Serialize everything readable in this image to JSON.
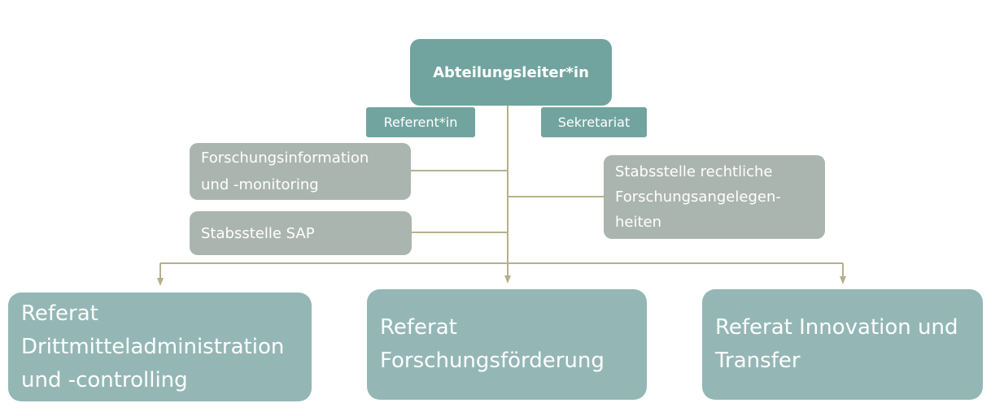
{
  "diagram": {
    "head": {
      "label": "Abteilungsleiter*in"
    },
    "staff": [
      {
        "label": "Referent*in"
      },
      {
        "label": "Sekretariat"
      }
    ],
    "units": [
      {
        "label": "Forschungsinformation\nund -monitoring"
      },
      {
        "label": "Stabsstelle SAP"
      },
      {
        "label": "Stabsstelle rechtliche\nForschungsangelegen-\nheiten"
      }
    ],
    "departments": [
      {
        "label": "Referat\nDrittmitteladministration\nund -controlling"
      },
      {
        "label": "Referat\nForschungsförderung"
      },
      {
        "label": "Referat Innovation und\nTransfer"
      }
    ],
    "colors": {
      "head": "#72a49f",
      "gray_box": "#abb5b0",
      "department": "#94b7b6",
      "connector": "#b6b08a"
    }
  }
}
